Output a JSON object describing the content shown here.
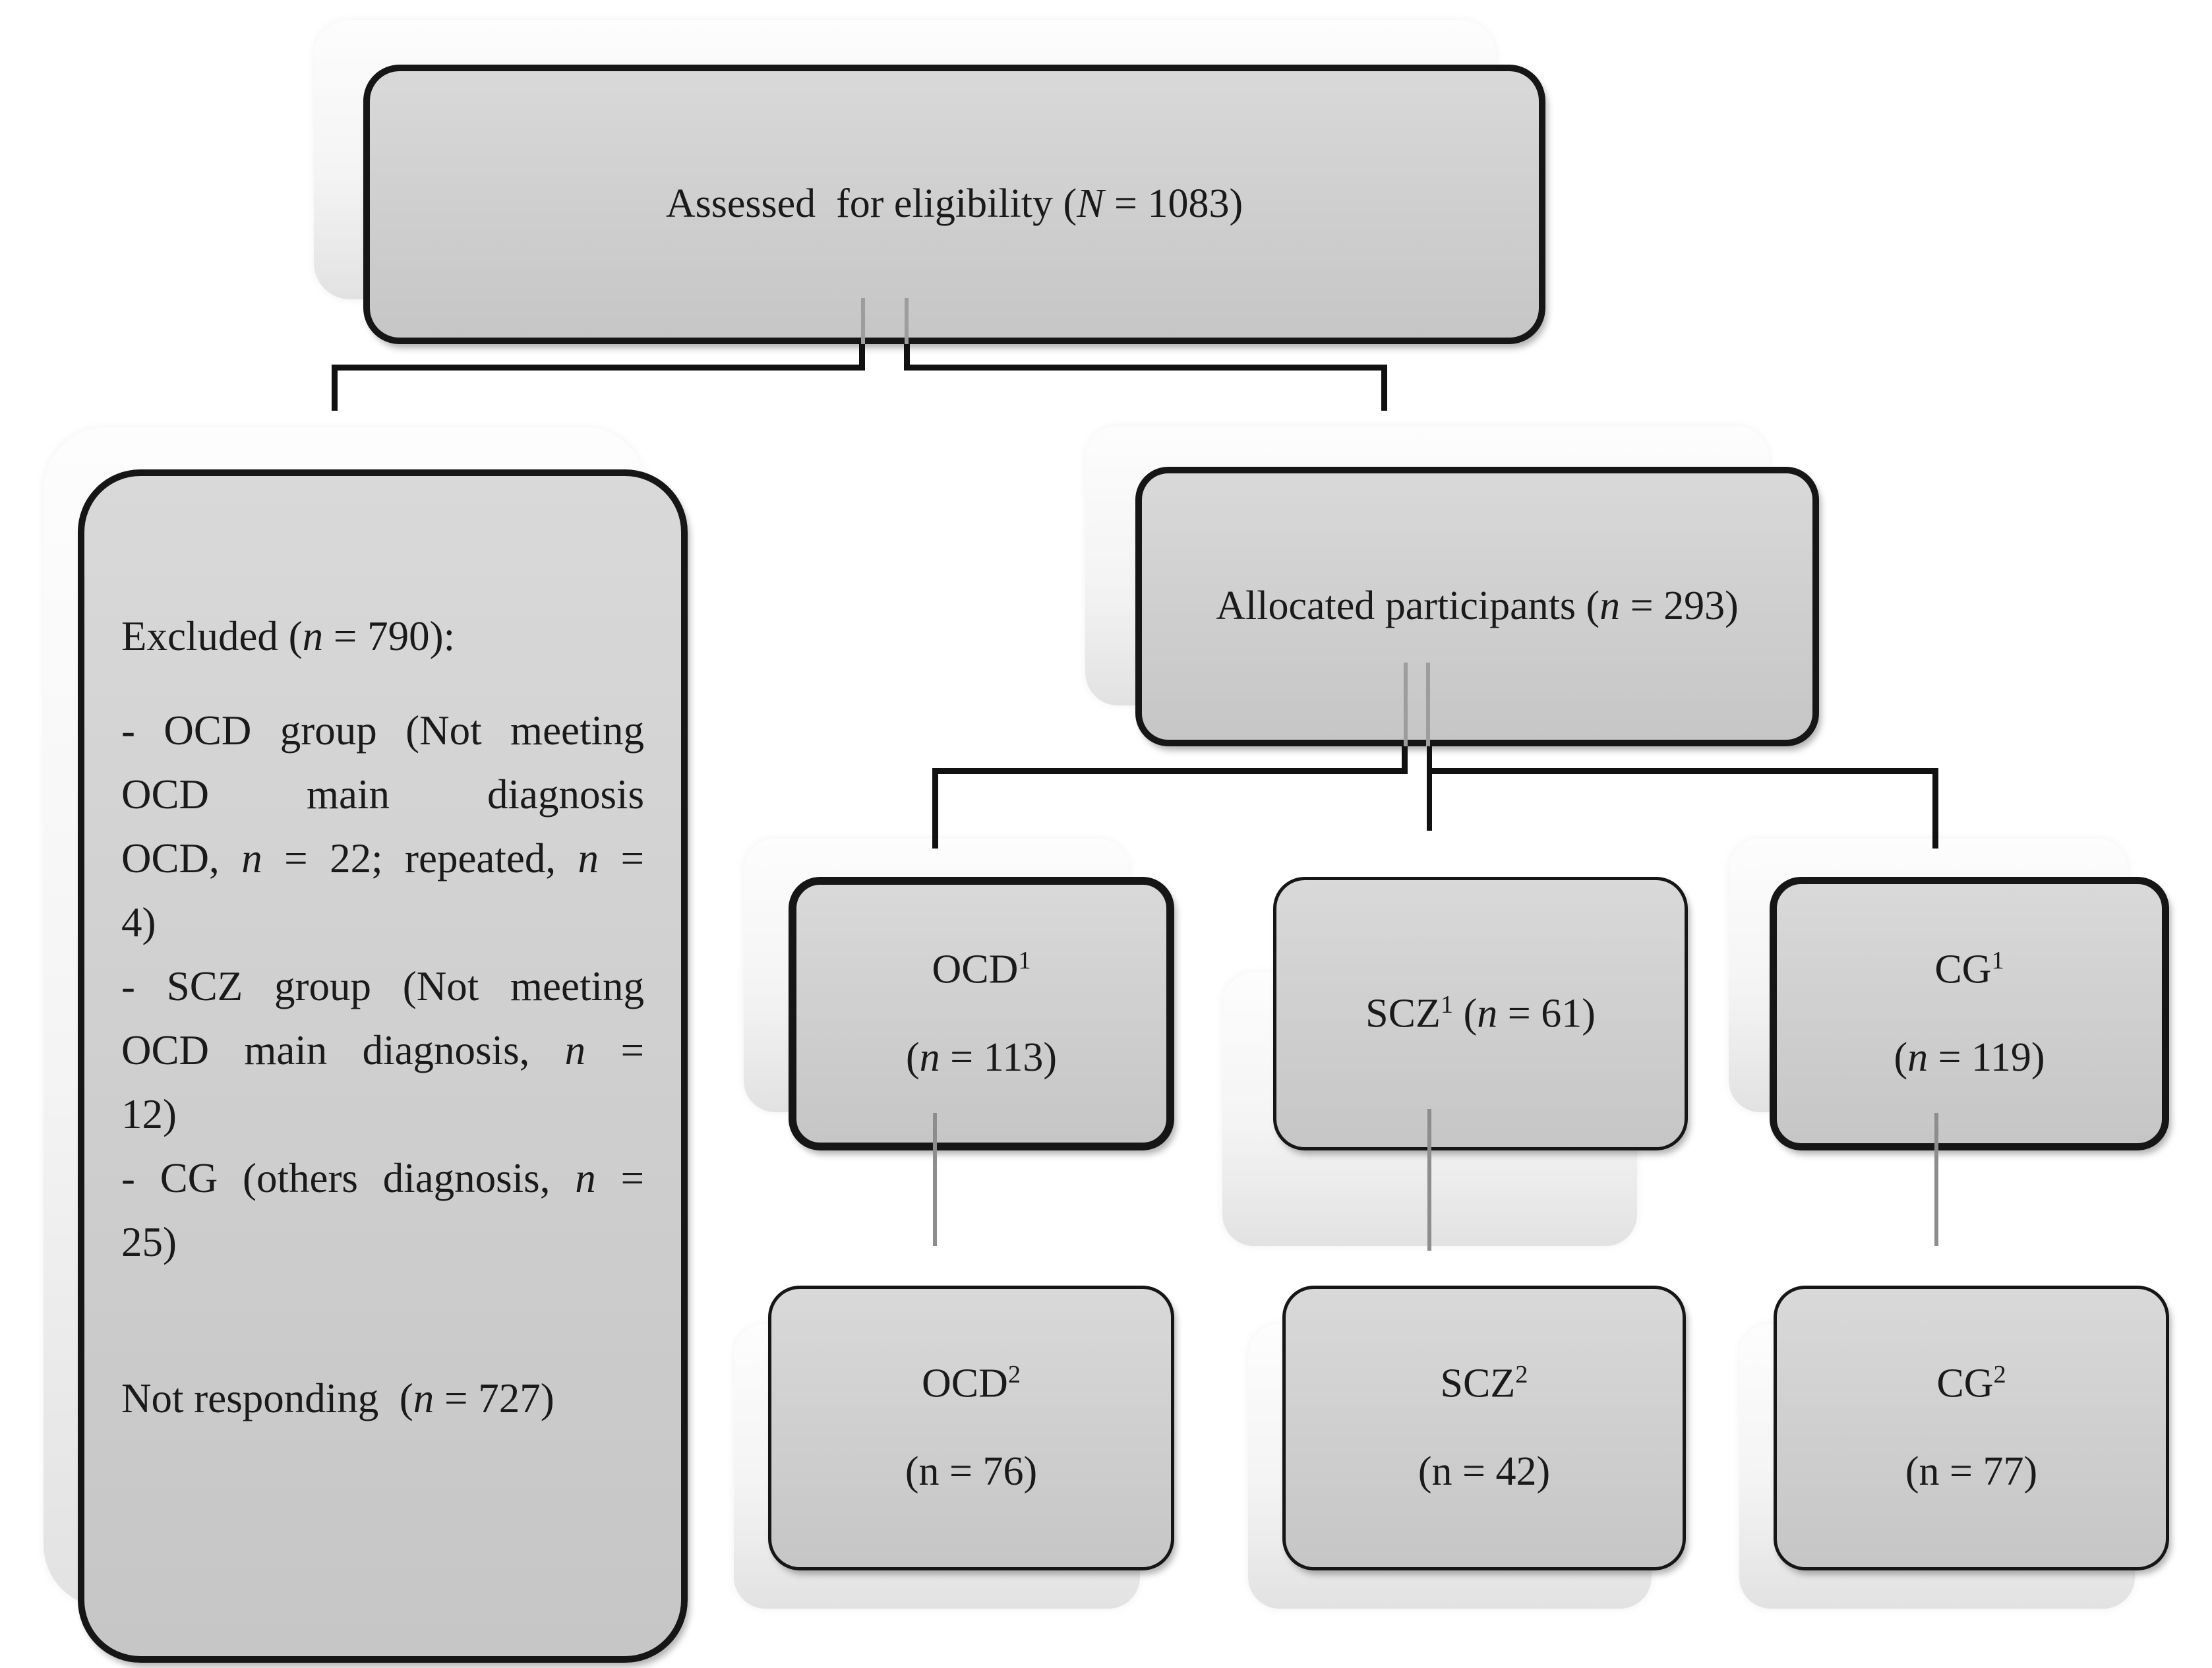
{
  "figure": {
    "type": "participant-flow-diagram",
    "background": "#ffffff",
    "colors": {
      "node_fill": "#d0d0d0",
      "node_border": "#161616",
      "ghost_fill": "#f4f4f4",
      "connector": "#111111",
      "connector_thin": "#8d8d8d",
      "text": "#1a1a1a"
    },
    "nodes": {
      "assessed": {
        "segments": [
          {
            "t": "Assessed  for eligibility ("
          },
          {
            "t": "N",
            "i": true
          },
          {
            "t": " = 1083)"
          }
        ]
      },
      "excluded": {
        "lines": [
          {
            "segments": [
              {
                "t": "Excluded ("
              },
              {
                "t": "n",
                "i": true
              },
              {
                "t": " = 790):"
              }
            ]
          },
          {
            "segments": [
              {
                "t": "- OCD group (Not meeting"
              }
            ]
          },
          {
            "segments": [
              {
                "t": "OCD main diagnosis"
              }
            ]
          },
          {
            "segments": [
              {
                "t": "OCD, "
              },
              {
                "t": "n",
                "i": true
              },
              {
                "t": " = 22; repeated, "
              },
              {
                "t": "n",
                "i": true
              },
              {
                "t": " ="
              }
            ]
          },
          {
            "segments": [
              {
                "t": "4)"
              }
            ]
          },
          {
            "segments": [
              {
                "t": "- SCZ group (Not meeting"
              }
            ]
          },
          {
            "segments": [
              {
                "t": "OCD main diagnosis, "
              },
              {
                "t": "n",
                "i": true
              },
              {
                "t": " ="
              }
            ]
          },
          {
            "segments": [
              {
                "t": "12)"
              }
            ]
          },
          {
            "segments": [
              {
                "t": "- CG (others diagnosis, "
              },
              {
                "t": "n",
                "i": true
              },
              {
                "t": " ="
              }
            ]
          },
          {
            "segments": [
              {
                "t": "25)"
              }
            ]
          },
          {
            "segments": [
              {
                "t": "Not responding  ("
              },
              {
                "t": "n",
                "i": true
              },
              {
                "t": " = 727)"
              }
            ]
          }
        ]
      },
      "allocated": {
        "segments": [
          {
            "t": "Allocated participants ("
          },
          {
            "t": "n",
            "i": true
          },
          {
            "t": " = 293)"
          }
        ]
      },
      "ocd1": {
        "line1": [
          {
            "t": "OCD"
          },
          {
            "t": "1",
            "sup": true
          }
        ],
        "line2": [
          {
            "t": "("
          },
          {
            "t": "n",
            "i": true
          },
          {
            "t": " = 113)"
          }
        ]
      },
      "scz1": {
        "line1": [
          {
            "t": "SCZ"
          },
          {
            "t": "1",
            "sup": true
          },
          {
            "t": " ("
          },
          {
            "t": "n",
            "i": true
          },
          {
            "t": " = 61)"
          }
        ]
      },
      "cg1": {
        "line1": [
          {
            "t": "CG"
          },
          {
            "t": "1",
            "sup": true
          }
        ],
        "line2": [
          {
            "t": "("
          },
          {
            "t": "n",
            "i": true
          },
          {
            "t": " = 119)"
          }
        ]
      },
      "ocd2": {
        "line1": [
          {
            "t": "OCD"
          },
          {
            "t": "2",
            "sup": true
          }
        ],
        "line2": [
          {
            "t": "(n = 76)"
          }
        ]
      },
      "scz2": {
        "line1": [
          {
            "t": "SCZ"
          },
          {
            "t": "2",
            "sup": true
          }
        ],
        "line2": [
          {
            "t": "(n = 42)"
          }
        ]
      },
      "cg2": {
        "line1": [
          {
            "t": "CG"
          },
          {
            "t": "2",
            "sup": true
          }
        ],
        "line2": [
          {
            "t": "(n = 77)"
          }
        ]
      }
    }
  }
}
